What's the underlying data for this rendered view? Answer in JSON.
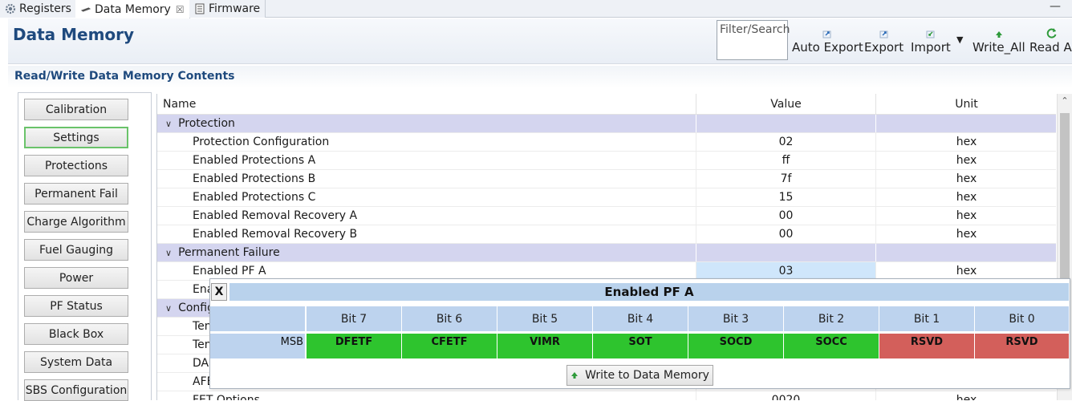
{
  "tabs": [
    {
      "label": "Registers",
      "icon": "gear-icon",
      "active": false
    },
    {
      "label": "Data Memory",
      "icon": "chip-icon",
      "active": true,
      "close": "☒"
    },
    {
      "label": "Firmware",
      "icon": "document-icon",
      "active": false
    }
  ],
  "window": {
    "minimize": "—"
  },
  "header": {
    "title": "Data Memory",
    "filter_placeholder": "Filter/Search",
    "toolbar": {
      "auto_export": "Auto Export",
      "export": "Export",
      "import": "Import",
      "write_all": "Write_All",
      "read_all": "Read Al"
    }
  },
  "section_title": "Read/Write Data Memory Contents",
  "nav": [
    {
      "label": "Calibration",
      "selected": false
    },
    {
      "label": "Settings",
      "selected": true
    },
    {
      "label": "Protections",
      "selected": false
    },
    {
      "label": "Permanent Fail",
      "selected": false
    },
    {
      "label": "Charge Algorithm",
      "selected": false
    },
    {
      "label": "Fuel Gauging",
      "selected": false
    },
    {
      "label": "Power",
      "selected": false
    },
    {
      "label": "PF Status",
      "selected": false
    },
    {
      "label": "Black Box",
      "selected": false
    },
    {
      "label": "System Data",
      "selected": false
    },
    {
      "label": "SBS Configuration",
      "selected": false
    }
  ],
  "table": {
    "columns": {
      "name": "Name",
      "value": "Value",
      "unit": "Unit"
    },
    "rows": [
      {
        "type": "group",
        "name": "Protection"
      },
      {
        "type": "item",
        "name": "Protection Configuration",
        "value": "02",
        "unit": "hex"
      },
      {
        "type": "item",
        "name": "Enabled Protections A",
        "value": "ff",
        "unit": "hex"
      },
      {
        "type": "item",
        "name": "Enabled Protections B",
        "value": "7f",
        "unit": "hex"
      },
      {
        "type": "item",
        "name": "Enabled Protections C",
        "value": "15",
        "unit": "hex"
      },
      {
        "type": "item",
        "name": "Enabled Removal Recovery A",
        "value": "00",
        "unit": "hex"
      },
      {
        "type": "item",
        "name": "Enabled Removal Recovery B",
        "value": "00",
        "unit": "hex"
      },
      {
        "type": "group",
        "name": "Permanent Failure"
      },
      {
        "type": "item",
        "name": "Enabled PF A",
        "value": "03",
        "unit": "hex",
        "highlight": true
      },
      {
        "type": "item",
        "name": "Ena",
        "value": "",
        "unit": ""
      },
      {
        "type": "group",
        "name": "Config"
      },
      {
        "type": "item",
        "name": "Ten",
        "value": "",
        "unit": ""
      },
      {
        "type": "item",
        "name": "Ten",
        "value": "",
        "unit": ""
      },
      {
        "type": "item",
        "name": "DA",
        "value": "",
        "unit": ""
      },
      {
        "type": "item",
        "name": "AFE",
        "value": "",
        "unit": ""
      },
      {
        "type": "item",
        "name": "FET Options",
        "value": "0020",
        "unit": "hex"
      }
    ]
  },
  "popup": {
    "close_label": "X",
    "title": "Enabled PF A",
    "row_label": "MSB",
    "bits": [
      {
        "header": "Bit 7",
        "label": "DFETF",
        "state": "on"
      },
      {
        "header": "Bit 6",
        "label": "CFETF",
        "state": "on"
      },
      {
        "header": "Bit 5",
        "label": "VIMR",
        "state": "on"
      },
      {
        "header": "Bit 4",
        "label": "SOT",
        "state": "on"
      },
      {
        "header": "Bit 3",
        "label": "SOCD",
        "state": "on"
      },
      {
        "header": "Bit 2",
        "label": "SOCC",
        "state": "on"
      },
      {
        "header": "Bit 1",
        "label": "RSVD",
        "state": "off"
      },
      {
        "header": "Bit 0",
        "label": "RSVD",
        "state": "off"
      }
    ],
    "write_button": "Write to Data Memory"
  },
  "colors": {
    "bit_on": "#2ec42e",
    "bit_off": "#d35f5b",
    "title": "#1f4a7e",
    "group_row": "#d4d5ef",
    "value_highlight": "#cfe6fb"
  }
}
